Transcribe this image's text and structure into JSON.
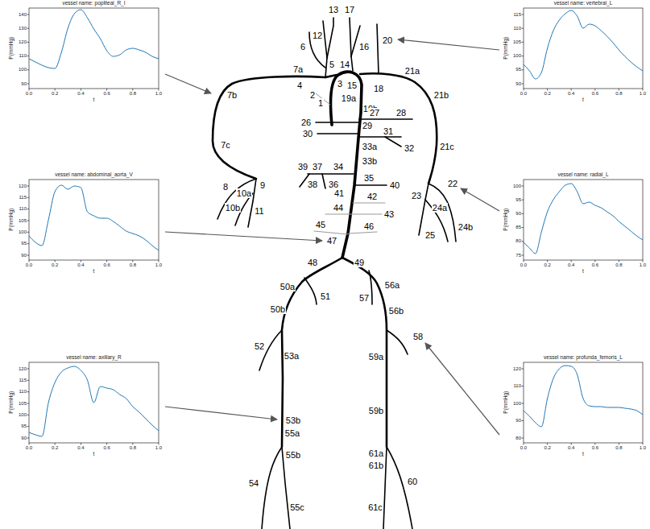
{
  "diagram": {
    "nodes": [
      {
        "text": [
          "vessel name: popliteal_R_I",
          "P(mmHg)",
          "t",
          "0.0",
          "0.2",
          "0.4",
          "0.6",
          "0.8",
          "1.0",
          "90",
          "100",
          "110",
          "120",
          "130",
          "140"
        ]
      },
      {
        "text": [
          "vessel name: vertebral_L",
          "P(mmHg)",
          "t",
          "0.0",
          "0.2",
          "0.4",
          "0.6",
          "0.8",
          "1.0",
          "90",
          "95",
          "100",
          "105",
          "110",
          "115"
        ]
      },
      {
        "text": [
          "vessel name: abdominal_aorta_V",
          "P(mmHg)",
          "t",
          "0.0",
          "0.2",
          "0.4",
          "0.6",
          "0.8",
          "1.0",
          "90",
          "95",
          "100",
          "105",
          "110",
          "115",
          "120"
        ]
      },
      {
        "text": [
          "vessel name: radial_L",
          "P(mmHg)",
          "t",
          "0.0",
          "0.2",
          "0.4",
          "0.6",
          "0.8",
          "1.0",
          "75",
          "80",
          "85",
          "90",
          "95",
          "100"
        ]
      },
      {
        "text": [
          "vessel name: axillary_R",
          "P(mmHg)",
          "t",
          "0.0",
          "0.2",
          "0.4",
          "0.6",
          "0.8",
          "1.0",
          "90",
          "95",
          "100",
          "105",
          "110",
          "115",
          "120"
        ]
      },
      {
        "text": [
          "vessel name: profunda_femoris_L",
          "P(mmHg)",
          "t",
          "0.0",
          "0.2",
          "0.4",
          "0.6",
          "0.8",
          "1.0",
          "80",
          "90",
          "100",
          "110",
          "120"
        ]
      }
    ],
    "labels": [
      "13",
      "17",
      "12",
      "20",
      "16",
      "6",
      "14",
      "5",
      "7a",
      "21a",
      "3",
      "15",
      "4",
      "18",
      "7b",
      "2",
      "21b",
      "1",
      "19a",
      "19b",
      "27",
      "28",
      "26",
      "29",
      "30",
      "31",
      "32",
      "7c",
      "33a",
      "21c",
      "33b",
      "39",
      "37",
      "34",
      "35",
      "9",
      "8",
      "22",
      "38",
      "36",
      "40",
      "10a",
      "41",
      "23",
      "42",
      "24a",
      "10b",
      "44",
      "43",
      "11",
      "45",
      "24b",
      "46",
      "25",
      "47",
      "48",
      "49",
      "56a",
      "50a",
      "57",
      "51",
      "50b",
      "56b",
      "58",
      "52",
      "53a",
      "59a",
      "59b",
      "53b",
      "55a",
      "61a",
      "55b",
      "61b",
      "54",
      "60",
      "55c",
      "61c"
    ]
  }
}
